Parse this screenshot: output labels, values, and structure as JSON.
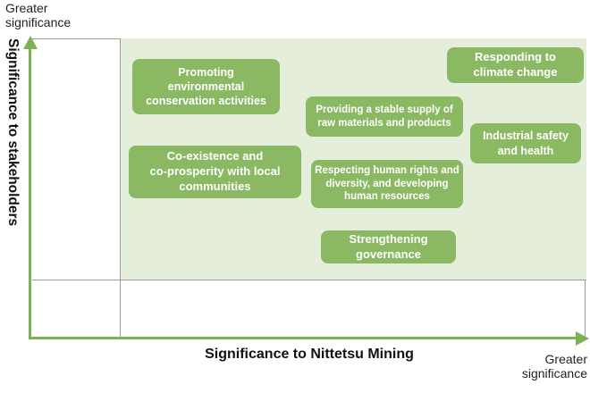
{
  "colors": {
    "box_green": "#8bb862",
    "axis_green": "#7eb153",
    "highlight_background": "#e5eeda",
    "grid_grey": "#9c9c9c",
    "box_text": "#ffffff",
    "label_text": "#111111"
  },
  "axes": {
    "x_label": "Significance to Nittetsu Mining",
    "y_label": "Significance to stakeholders",
    "y_end_note": [
      "Greater",
      "significance"
    ],
    "x_end_note": [
      "Greater",
      "significance"
    ]
  },
  "chart_data": {
    "type": "scatter",
    "title": "",
    "xlabel": "Significance to Nittetsu Mining",
    "ylabel": "Significance to stakeholders",
    "xlim": [
      0,
      1
    ],
    "ylim": [
      0,
      1
    ],
    "grid": "2x2 quadrant lines",
    "annotations": [
      "Greater significance (top of y-axis)",
      "Greater significance (right of x-axis)"
    ],
    "highlight_region": {
      "x_min": 0.16,
      "x_max": 1.0,
      "y_min": 0.2,
      "y_max": 1.0,
      "fill": "#e5eeda",
      "meaning": "shaded high-significance area containing all materiality items"
    },
    "points": [
      {
        "label": "Promoting environmental conservation activities",
        "lines": [
          "Promoting",
          "environmental",
          "conservation activities"
        ],
        "x": 0.31,
        "y": 0.84
      },
      {
        "label": "Co-existence and co-prosperity with local communities",
        "lines": [
          "Co-existence and",
          "co-prosperity with local",
          "communities"
        ],
        "x": 0.33,
        "y": 0.56
      },
      {
        "label": "Providing a stable supply of raw materials and products",
        "lines": [
          "Providing a stable supply of",
          "raw materials and products"
        ],
        "x": 0.64,
        "y": 0.74
      },
      {
        "label": "Respecting human rights and diversity, and developing human resources",
        "lines": [
          "Respecting human rights and",
          "diversity, and developing",
          "human resources"
        ],
        "x": 0.64,
        "y": 0.52
      },
      {
        "label": "Strengthening governance",
        "lines": [
          "Strengthening",
          "governance"
        ],
        "x": 0.64,
        "y": 0.31
      },
      {
        "label": "Responding to climate change",
        "lines": [
          "Responding to",
          "climate change"
        ],
        "x": 0.87,
        "y": 0.91
      },
      {
        "label": "Industrial safety and health",
        "lines": [
          "Industrial safety",
          "and health"
        ],
        "x": 0.89,
        "y": 0.65
      }
    ]
  }
}
